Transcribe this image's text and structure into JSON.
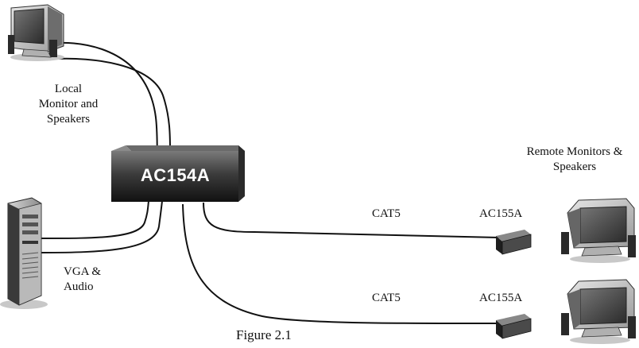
{
  "diagram": {
    "hub_label": "AC154A",
    "local_label": [
      "Local",
      "Monitor and",
      "Speakers"
    ],
    "remote_label": [
      "Remote Monitors &",
      "Speakers"
    ],
    "source_label": [
      "VGA &",
      "Audio"
    ],
    "links": [
      {
        "cable": "CAT5",
        "receiver": "AC155A"
      },
      {
        "cable": "CAT5",
        "receiver": "AC155A"
      }
    ],
    "caption": "Figure 2.1"
  }
}
